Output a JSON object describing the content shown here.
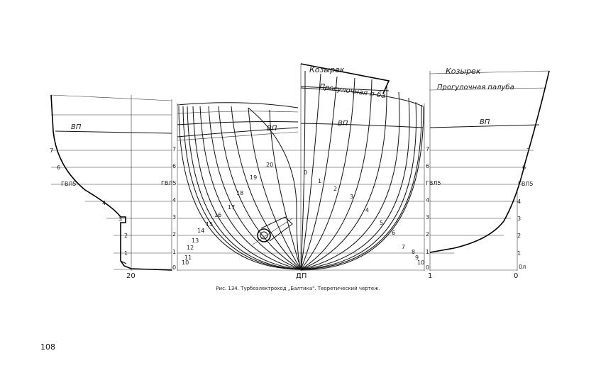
{
  "figure": {
    "caption": "Рис. 134. Турбоэлектроход „Балтика\". Теоретический чертеж.",
    "page_number": "108",
    "labels": {
      "vp": "ВП",
      "gvl5": "ГВЛ5",
      "dp": "ДП",
      "kozyrek": "Козырек",
      "progul_paluba": "Прогулочная палуба",
      "progul_short": "Прогулочная п-ба",
      "station_20": "20",
      "station_1": "1",
      "station_0": "0",
      "waterline_0l": "0л"
    },
    "waterlines": [
      "0",
      "1",
      "2",
      "3",
      "4",
      "ГВЛ5",
      "6",
      "7"
    ],
    "aft_sections": [
      "10",
      "11",
      "12",
      "13",
      "14",
      "15",
      "16",
      "17",
      "18",
      "19",
      "20"
    ],
    "fore_sections": [
      "0",
      "1",
      "2",
      "3",
      "4",
      "5",
      "6",
      "7",
      "8",
      "9",
      "10"
    ]
  }
}
